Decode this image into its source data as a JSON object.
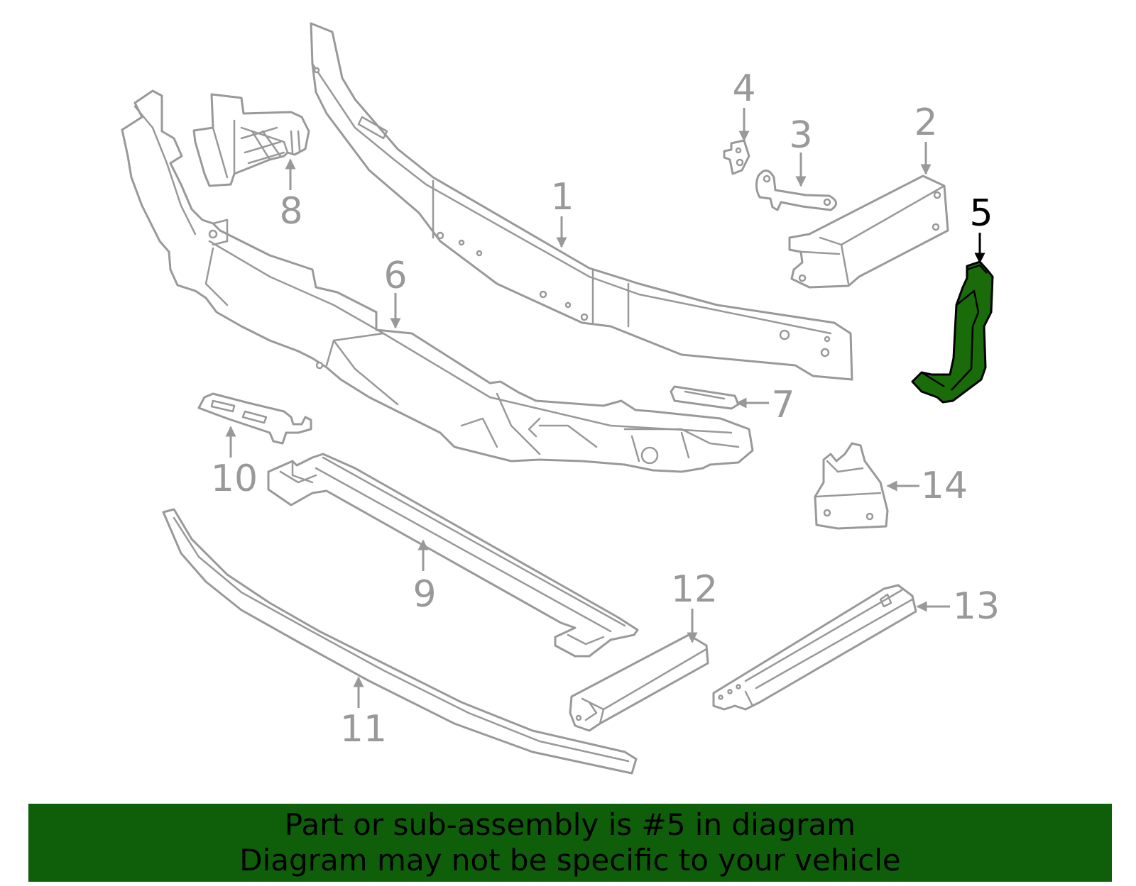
{
  "highlighted_part": "5",
  "colors": {
    "outline": "#999999",
    "highlight_fill": "#1a6b0a",
    "highlight_stroke": "#000000",
    "banner_bg": "#0f5f0a",
    "banner_text": "#000000",
    "callout_gray": "#999999",
    "callout_active": "#000000"
  },
  "callouts": {
    "c1": "1",
    "c2": "2",
    "c3": "3",
    "c4": "4",
    "c5": "5",
    "c6": "6",
    "c7": "7",
    "c8": "8",
    "c9": "9",
    "c10": "10",
    "c11": "11",
    "c12": "12",
    "c13": "13",
    "c14": "14"
  },
  "banner": {
    "line1": "Part or sub-assembly is #5 in diagram",
    "line2": "Diagram may not be specific to your vehicle"
  }
}
